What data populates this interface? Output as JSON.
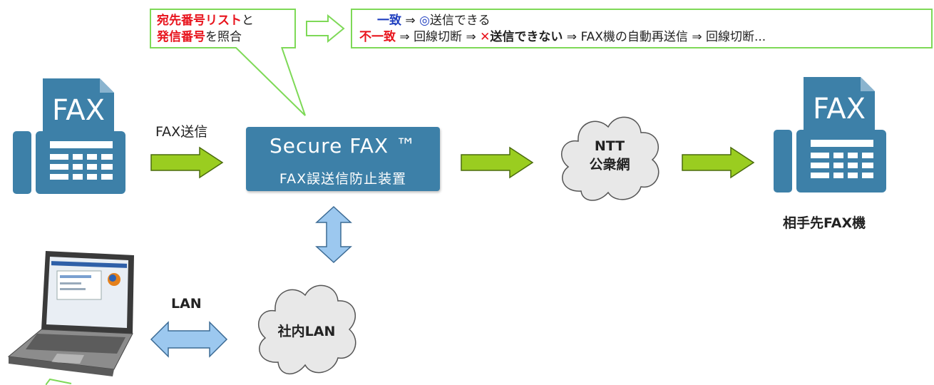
{
  "callout": {
    "line1_red": "宛先番号リスト",
    "line1_tail": "と",
    "line2_red": "発信番号",
    "line2_tail": "を照合"
  },
  "result": {
    "match_label": "一致",
    "match_arrow": "⇒",
    "match_symbol": "◎",
    "match_text": "送信できる",
    "mismatch_label": "不一致",
    "arrow1": "⇒",
    "step1": "回線切断",
    "arrow2": "⇒",
    "cross_symbol": "✕",
    "step2": "送信できない",
    "arrow3": "⇒",
    "step3": "FAX機の自動再送信",
    "arrow4": "⇒",
    "step4": "回線切断..."
  },
  "fax_send_label": "FAX送信",
  "secure_device": {
    "title": "Secure FAX ™",
    "subtitle": "FAX誤送信防止装置"
  },
  "ntt_cloud": {
    "line1": "NTT",
    "line2": "公衆網"
  },
  "dest_fax_label": "相手先FAX機",
  "fax_icon_text": "FAX",
  "lan_label": "LAN",
  "lan_cloud": "社内LAN",
  "colors": {
    "fax_icon": "#3d80a8",
    "arrow_green": "#9acd20",
    "arrow_blue": "#9cc8ef",
    "callout_border": "#7ed957",
    "emphasis_red": "#e8141d",
    "emphasis_blue": "#1f3fbf"
  }
}
